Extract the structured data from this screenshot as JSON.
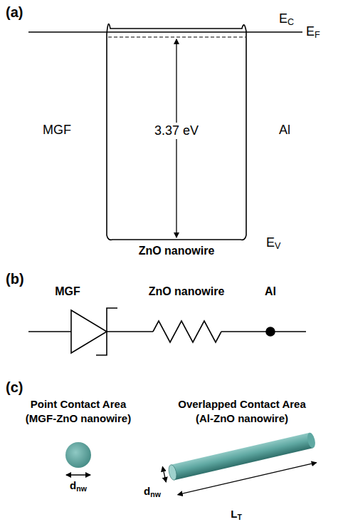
{
  "diagram": {
    "labels": [
      "(a)",
      "EC",
      "EF",
      "MGF",
      "3.37 eV",
      "Al",
      "EV",
      "ZnO nanowire",
      "(b)",
      "MGF",
      "ZnO nanowire",
      "Al",
      "(c)",
      "Point Contact Area",
      "(MGF-ZnO nanowire)",
      "Overlapped Contact Area",
      "(Al-ZnO nanowire)",
      "dnw",
      "dnw",
      "LT"
    ]
  }
}
